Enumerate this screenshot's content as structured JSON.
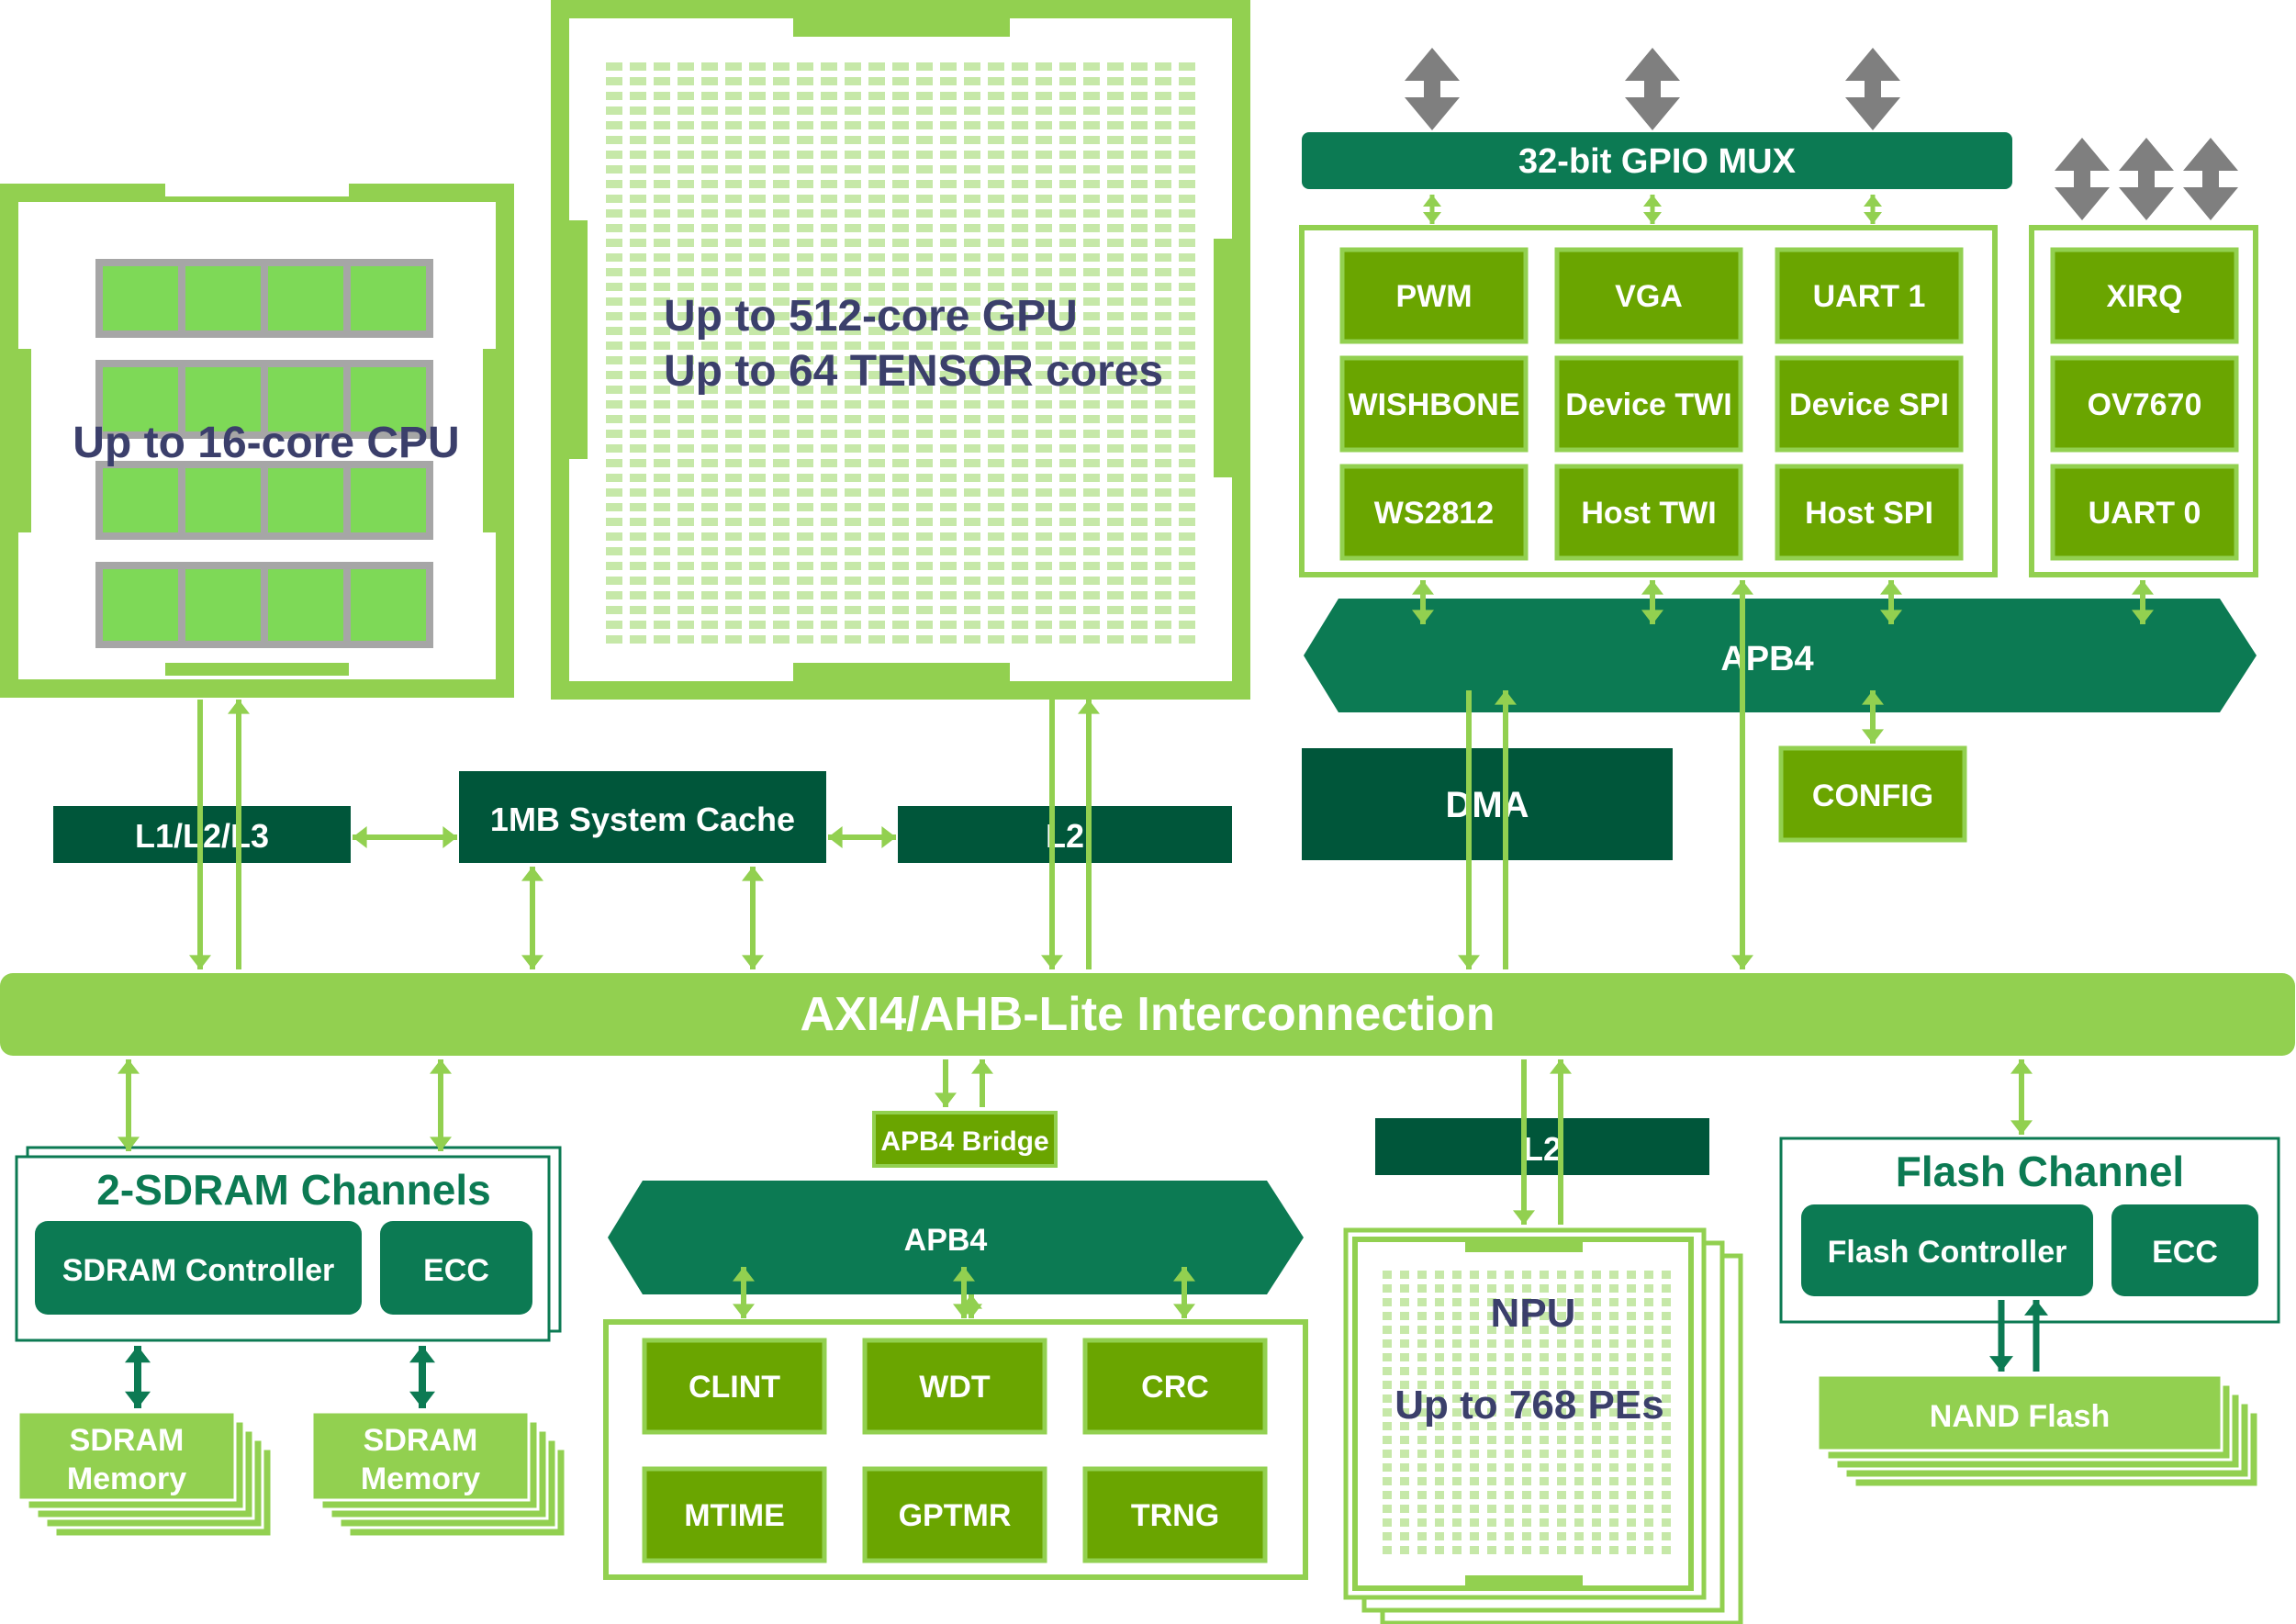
{
  "colors": {
    "light_green": "#92d050",
    "mid_green": "#6aa500",
    "dark_green": "#0c7a53",
    "darker_green": "#00563a",
    "cell_green": "#7ed957",
    "gray": "#a6a6a6",
    "arrow_gray": "#7f7f7f",
    "title_navy": "#3b3f6b",
    "white": "#ffffff"
  },
  "cpu": {
    "label": "Up to 16-core CPU"
  },
  "gpu": {
    "line1": "Up to 512-core GPU",
    "line2": "Up to 64 TENSOR cores"
  },
  "gpio": {
    "mux_label": "32-bit GPIO MUX",
    "peripherals": [
      "PWM",
      "VGA",
      "UART 1",
      "WISHBONE",
      "Device TWI",
      "Device SPI",
      "WS2812",
      "Host TWI",
      "Host SPI"
    ],
    "side_peripherals": [
      "XIRQ",
      "OV7670",
      "UART 0"
    ]
  },
  "apb4_top": {
    "label": "APB4"
  },
  "dma": {
    "label": "DMA"
  },
  "config": {
    "label": "CONFIG"
  },
  "caches": {
    "cpu_cache": "L1/L2/L3",
    "system_cache": "1MB System Cache",
    "gpu_cache": "L2",
    "npu_cache": "L2"
  },
  "interconnect": {
    "label": "AXI4/AHB-Lite Interconnection"
  },
  "sdram": {
    "title": "2-SDRAM Channels",
    "controller": "SDRAM Controller",
    "ecc": "ECC",
    "memory_line1": "SDRAM",
    "memory_line2": "Memory"
  },
  "apb_bridge": {
    "label": "APB4 Bridge"
  },
  "apb4_bottom": {
    "label": "APB4",
    "peripherals": [
      "CLINT",
      "WDT",
      "CRC",
      "MTIME",
      "GPTMR",
      "TRNG"
    ]
  },
  "npu": {
    "title": "NPU",
    "subtitle": "Up to 768 PEs"
  },
  "flash": {
    "title": "Flash Channel",
    "controller": "Flash Controller",
    "ecc": "ECC",
    "memory": "NAND Flash"
  }
}
